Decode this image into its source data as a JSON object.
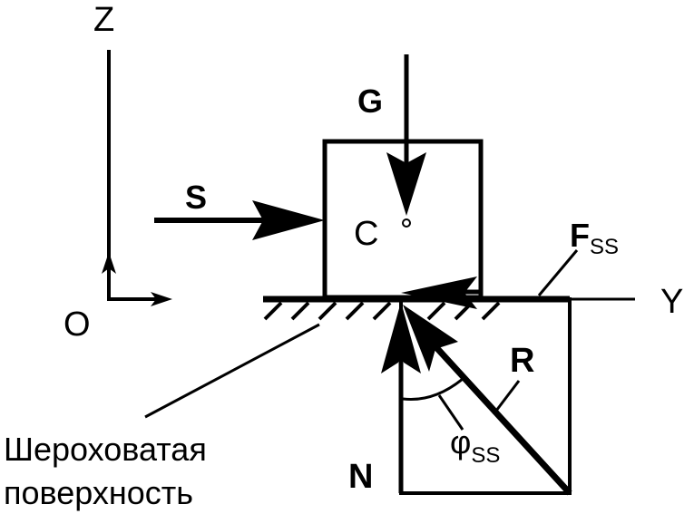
{
  "labels": {
    "z_axis": "Z",
    "y_axis": "Y",
    "origin": "O",
    "gravity": "G",
    "push_force": "S",
    "center": "C",
    "friction_main": "F",
    "friction_sub": "SS",
    "reaction": "R",
    "normal": "N",
    "angle_main": "φ",
    "angle_sub": "SS",
    "surface_line1": "Шероховатая",
    "surface_line2": "поверхность"
  },
  "colors": {
    "ink": "#000000",
    "background": "#ffffff"
  }
}
